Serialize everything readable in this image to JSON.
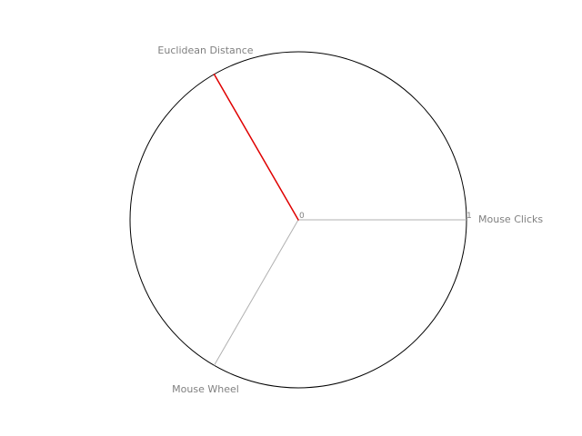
{
  "chart_data": {
    "type": "radar",
    "axes": [
      "Mouse Clicks",
      "Euclidean Distance",
      "Mouse Wheel"
    ],
    "rlim": [
      0,
      1
    ],
    "tick_labels": [
      "0",
      "1"
    ],
    "series": [
      {
        "values": [
          0,
          1,
          0
        ],
        "color": "#e00000"
      }
    ],
    "colors": {
      "spoke": "#b0b0b0",
      "frame": "#000000",
      "label": "#808080"
    }
  }
}
